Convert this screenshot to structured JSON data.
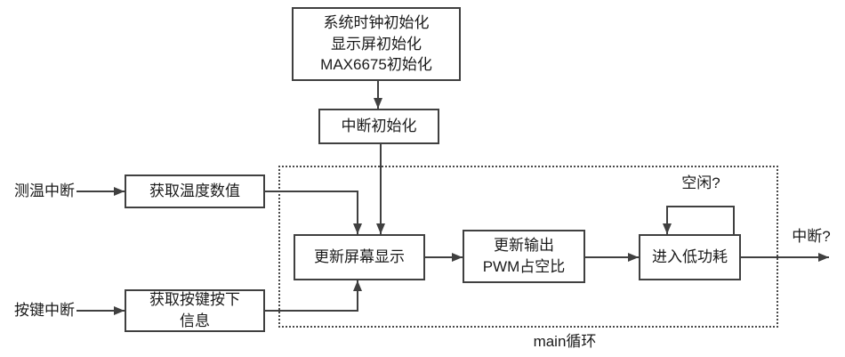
{
  "flowchart": {
    "system_init": {
      "line1": "系统时钟初始化",
      "line2": "显示屏初始化",
      "line3": "MAX6675初始化"
    },
    "interrupt_init": {
      "label": "中断初始化"
    },
    "temp_interrupt": {
      "label": "测温中断"
    },
    "get_temperature": {
      "label": "获取温度数值"
    },
    "key_interrupt": {
      "label": "按键中断"
    },
    "get_key_press": {
      "line1": "获取按键按下",
      "line2": "信息"
    },
    "update_display": {
      "label": "更新屏幕显示"
    },
    "update_pwm": {
      "line1": "更新输出",
      "line2": "PWM占空比"
    },
    "low_power": {
      "label": "进入低功耗"
    },
    "idle_question": {
      "label": "空闲?"
    },
    "interrupt_question": {
      "label": "中断?"
    },
    "main_loop": {
      "label": "main循环"
    },
    "colors": {
      "line": "#404040",
      "text": "#1a1a1a",
      "background": "#ffffff"
    }
  }
}
